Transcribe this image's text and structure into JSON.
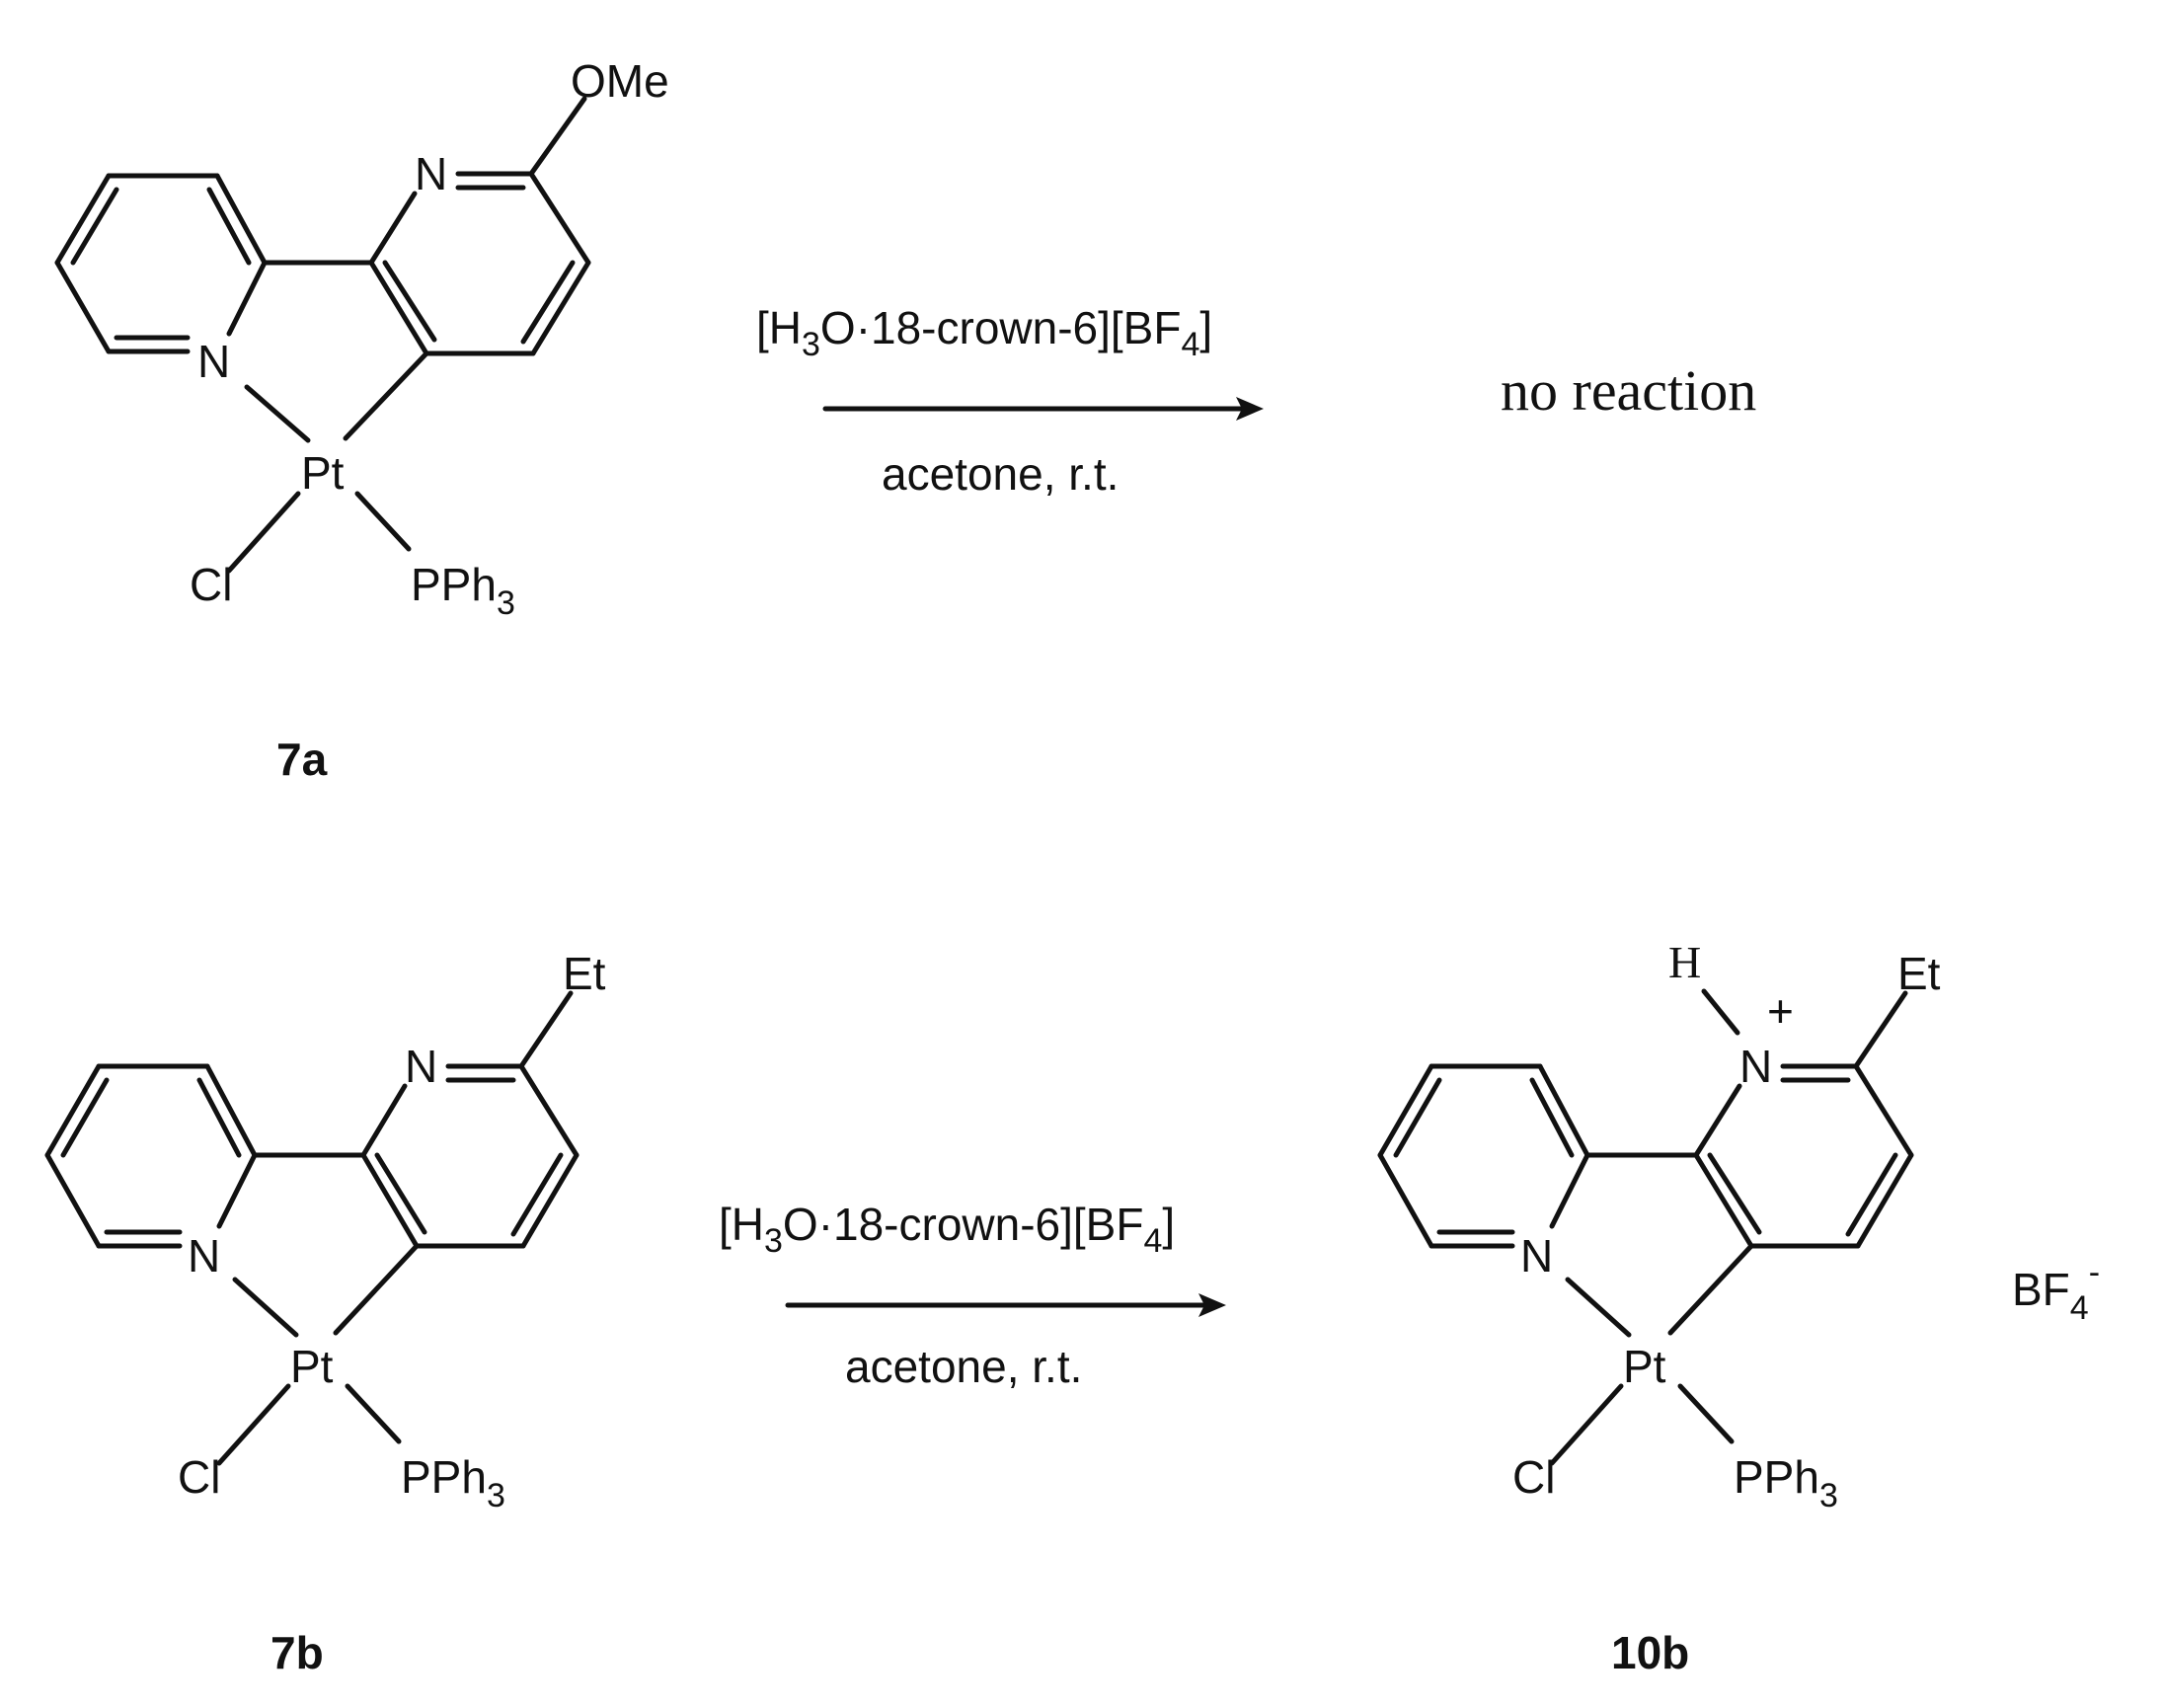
{
  "reaction1": {
    "reactant_label": "7a",
    "substituent": "OMe",
    "reagent_prefix": "[H",
    "reagent_sub1": "3",
    "reagent_mid": "O·18-crown-6][BF",
    "reagent_sub2": "4",
    "reagent_suffix": "]",
    "conditions": "acetone, r.t.",
    "product_text": "no reaction"
  },
  "reaction2": {
    "reactant_label": "7b",
    "product_label": "10b",
    "substituent": "Et",
    "reagent_prefix": "[H",
    "reagent_sub1": "3",
    "reagent_mid": "O·18-crown-6][BF",
    "reagent_sub2": "4",
    "reagent_suffix": "]",
    "conditions": "acetone, r.t.",
    "proton": "H",
    "charge": "+",
    "counterion_main": "BF",
    "counterion_sub": "4",
    "counterion_charge": "-"
  },
  "atoms": {
    "nitrogen": "N",
    "platinum": "Pt",
    "chloride": "Cl",
    "phosphine_main": "PPh",
    "phosphine_sub": "3"
  }
}
